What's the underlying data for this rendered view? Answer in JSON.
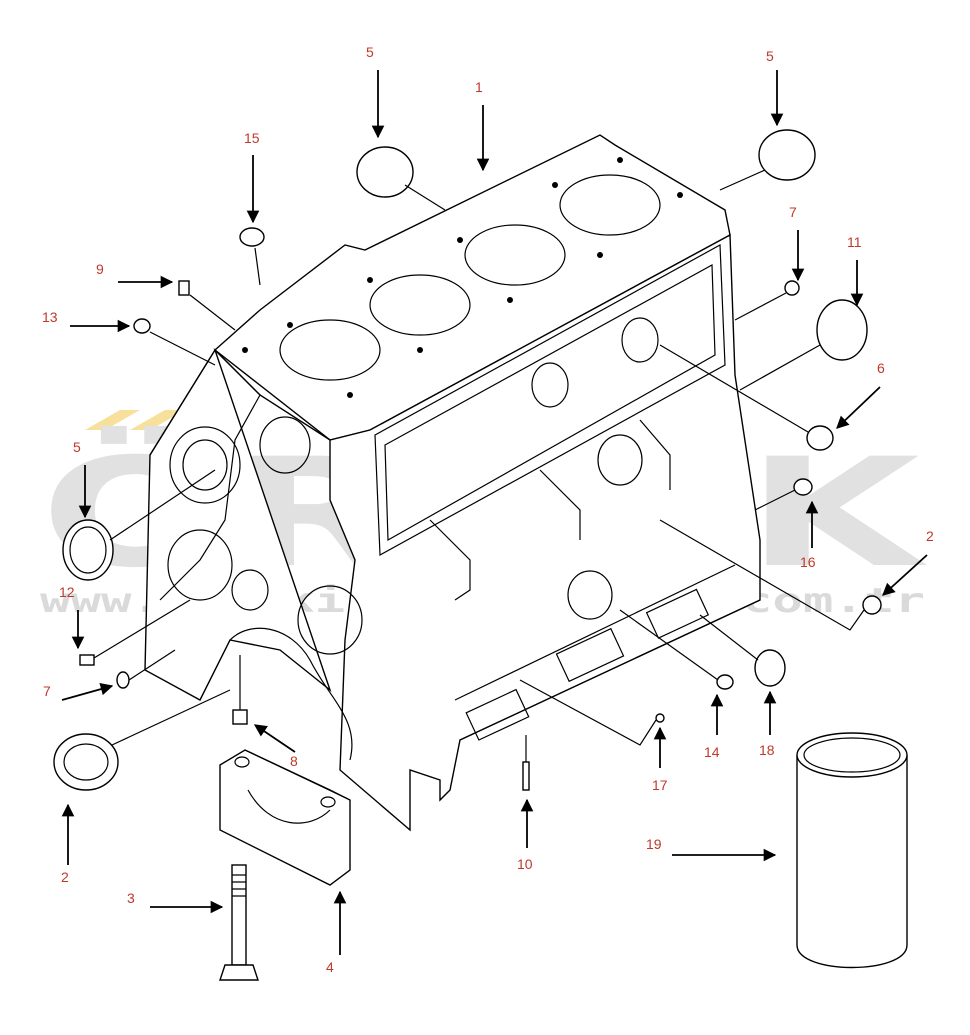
{
  "diagram": {
    "labels": [
      "1",
      "2",
      "2",
      "3",
      "4",
      "5",
      "5",
      "5",
      "6",
      "7",
      "7",
      "8",
      "9",
      "10",
      "11",
      "12",
      "13",
      "14",
      "15",
      "16",
      "17",
      "18",
      "19"
    ]
  },
  "watermark": {
    "brand": "ÖRNEK",
    "url": "www.orneki smakinalari.com.tr"
  },
  "colors": {
    "label": "#c0392b",
    "watermark": "#c9c9c9",
    "watermark_accent": "#f1c84b"
  }
}
